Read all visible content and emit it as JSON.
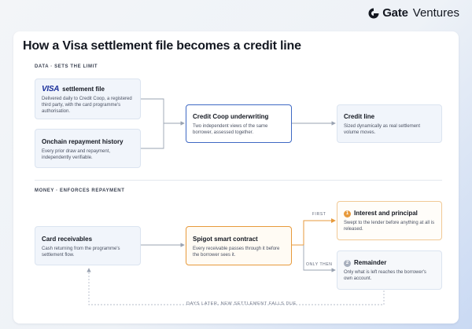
{
  "brand": {
    "gate": "Gate",
    "ventures": "Ventures"
  },
  "title": "How a Visa settlement file becomes a credit line",
  "sections": {
    "data": "DATA · SETS THE LIMIT",
    "money": "MONEY · ENFORCES REPAYMENT"
  },
  "nodes": {
    "settlement_file": {
      "logo": "VISA",
      "title": "settlement file",
      "desc": "Delivered daily to Credit Coop, a registered third party, with the card programme's authorisation."
    },
    "onchain_history": {
      "title": "Onchain repayment history",
      "desc": "Every prior draw and repayment, independently verifiable."
    },
    "underwriting": {
      "title": "Credit Coop underwriting",
      "desc": "Two independent views of the same borrower, assessed together."
    },
    "credit_line": {
      "title": "Credit line",
      "desc": "Sized dynamically as real settlement volume moves."
    },
    "card_receivables": {
      "title": "Card receivables",
      "desc": "Cash returning from the programme's settlement flow."
    },
    "spigot": {
      "title": "Spigot smart contract",
      "desc": "Every receivable passes through it before the borrower sees it."
    },
    "interest": {
      "badge": "1",
      "title": "Interest and principal",
      "desc": "Swept to the lender before anything at all is released."
    },
    "remainder": {
      "badge": "2",
      "title": "Remainder",
      "desc": "Only what is left reaches the borrower's own account."
    }
  },
  "edge_labels": {
    "first": "FIRST",
    "only_then": "ONLY THEN",
    "loop": "DAYS LATER, NEW SETTLEMENT FALLS DUE"
  },
  "colors": {
    "blue_accent": "#3f69c4",
    "orange_accent": "#e79a3c",
    "node_fill": "#f1f5fb"
  }
}
